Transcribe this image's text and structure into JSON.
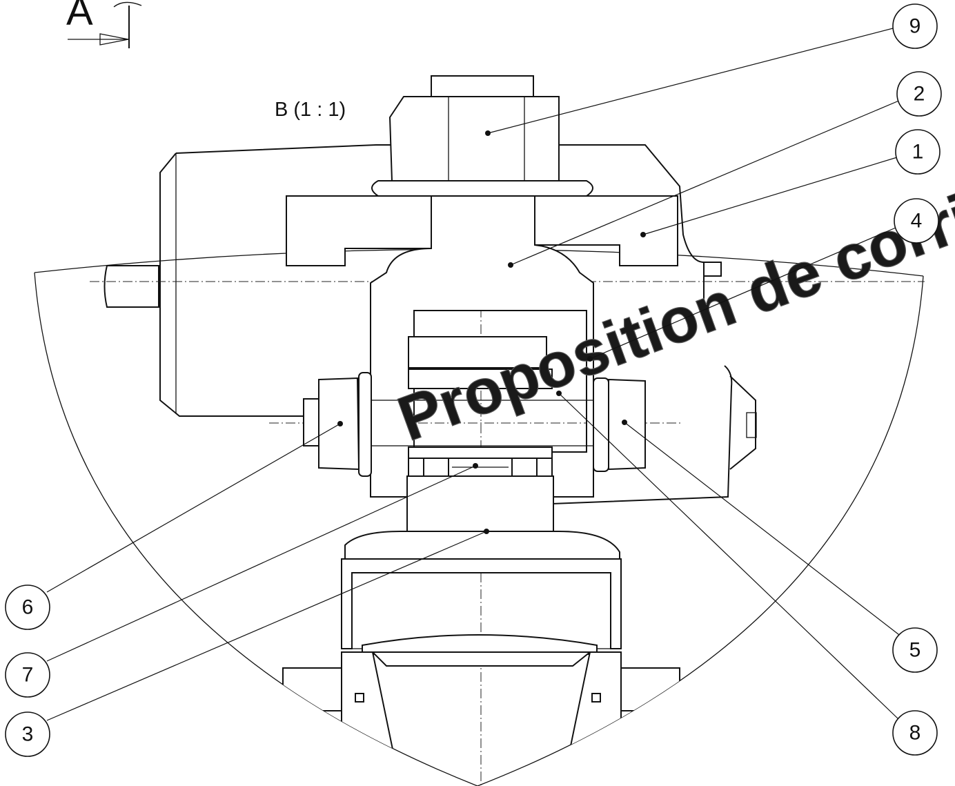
{
  "section_arrow": {
    "letter": "A"
  },
  "detail_view": {
    "label": "B (1 : 1)"
  },
  "watermark": {
    "text": "Proposition de corrigé"
  },
  "balloons": [
    "9",
    "2",
    "1",
    "4",
    "6",
    "7",
    "3",
    "5",
    "8"
  ]
}
